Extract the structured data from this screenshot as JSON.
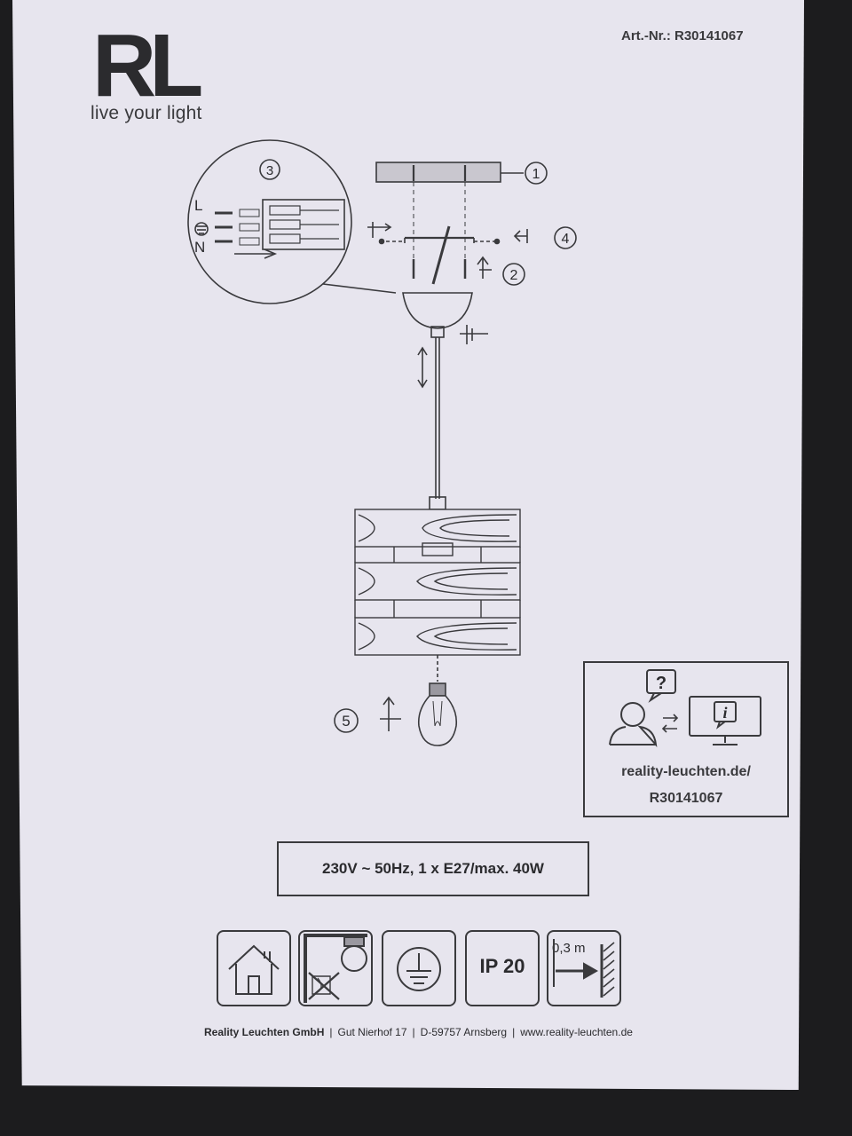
{
  "header": {
    "logo_letters": "RL",
    "tagline": "live your light",
    "article_number": "Art.-Nr.: R30141067"
  },
  "diagram": {
    "step_1": "1",
    "step_2": "2",
    "step_3": "3",
    "step_4": "4",
    "step_5": "5",
    "wire_l": "L",
    "wire_n": "N"
  },
  "info_box": {
    "url": "reality-leuchten.de/",
    "code": "R30141067",
    "question_glyph": "?",
    "info_glyph": "i"
  },
  "spec": {
    "text": "230V ~ 50Hz, 1 x E27/max. 40W"
  },
  "symbols": {
    "indoor": "house-icon",
    "no_reflector_bulb": "no-reflector-bulb-icon",
    "protective_earth": "protective-earth-icon",
    "ip_rating": "IP 20",
    "min_distance": "0,3 m"
  },
  "footer": {
    "company": "Reality Leuchten GmbH",
    "street": "Gut Nierhof 17",
    "city": "D-59757 Arnsberg",
    "web": "www.reality-leuchten.de",
    "separator": "|"
  },
  "colors": {
    "paper": "#e7e5ee",
    "ink": "#2b2b2e",
    "background": "#1c1c1e"
  }
}
